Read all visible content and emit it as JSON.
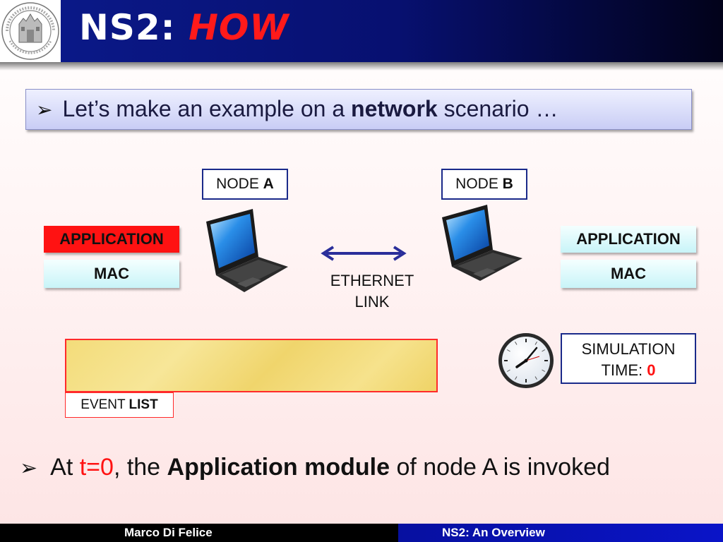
{
  "header": {
    "title_prefix": "NS2:",
    "title_accent": "HOW"
  },
  "intro": {
    "bullet": "➢",
    "text_before": "Let’s make an example on a ",
    "text_bold": "network",
    "text_after": " scenario …"
  },
  "nodes": {
    "a": {
      "label_prefix": "NODE ",
      "label_bold": "A"
    },
    "b": {
      "label_prefix": "NODE ",
      "label_bold": "B"
    }
  },
  "stack_left": {
    "application": "APPLICATION",
    "mac": "MAC"
  },
  "stack_right": {
    "application": "APPLICATION",
    "mac": "MAC"
  },
  "link": {
    "line1": "ETHERNET",
    "line2": "LINK"
  },
  "event_list": {
    "label_prefix": "EVENT ",
    "label_bold": "LIST"
  },
  "simulation": {
    "line1": "SIMULATION",
    "line2_prefix": "TIME: ",
    "time_value": "0"
  },
  "bottom": {
    "bullet": "➢",
    "text_at": "At ",
    "time_expr": "t=0",
    "text_mid": ", the ",
    "text_bold": "Application module",
    "text_end": " of node A is invoked"
  },
  "footer": {
    "author": "Marco Di Felice",
    "topic": "NS2: An Overview"
  },
  "colors": {
    "header_blue": "#0b1a8c",
    "accent_red": "#ff1212",
    "highlight_red": "#ff1212",
    "box_border_blue": "#1a2a8a",
    "footer_blue": "#0710a0"
  }
}
